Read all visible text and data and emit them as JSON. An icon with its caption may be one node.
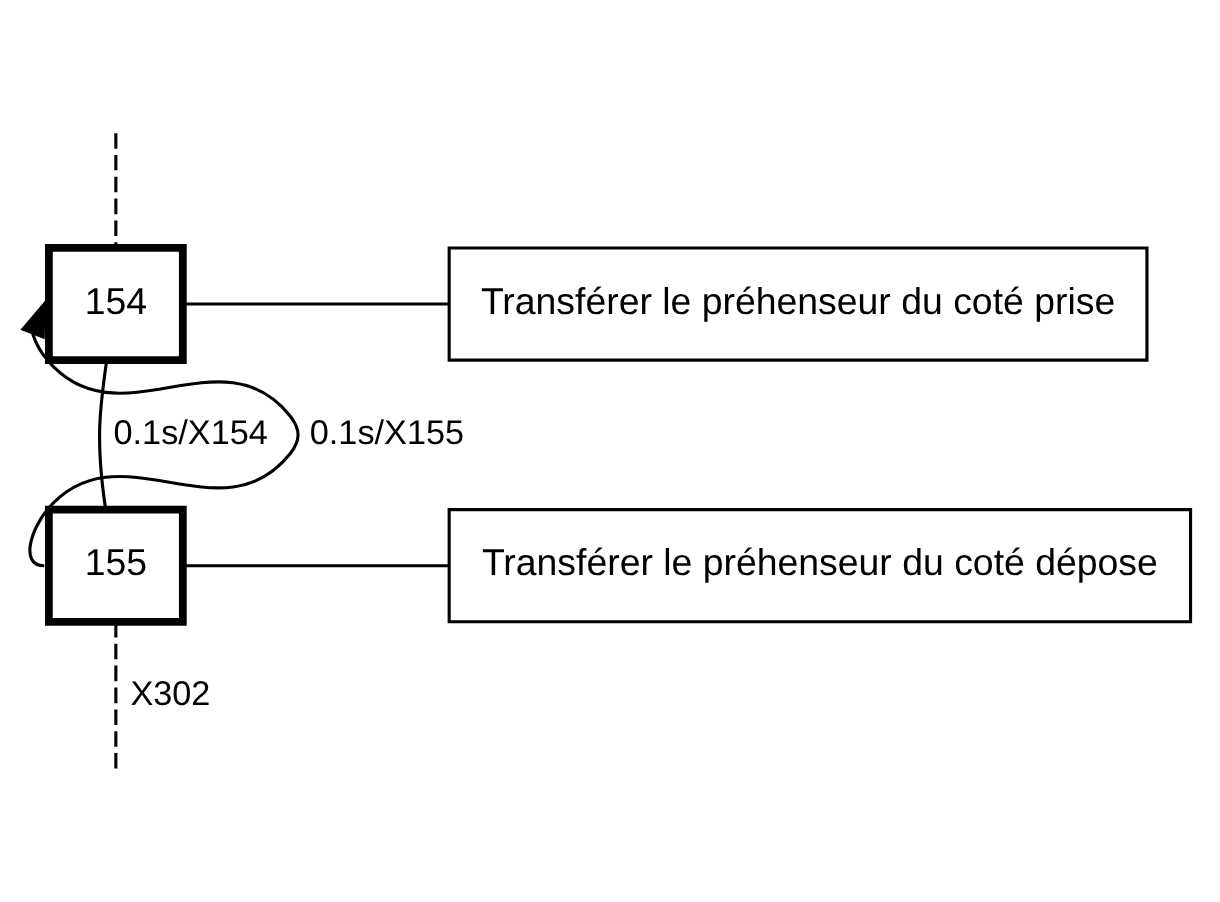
{
  "diagram": {
    "nodes": [
      {
        "text": [
          "154"
        ]
      },
      {
        "text": [
          "Transférer le préhenseur du coté prise"
        ]
      },
      {
        "text": [
          "155"
        ]
      },
      {
        "text": [
          "Transférer le préhenseur du coté dépose"
        ]
      }
    ],
    "edges": [
      {
        "from": null,
        "to": 0,
        "arrow": "none",
        "style": "dashed"
      },
      {
        "from": 0,
        "to": 1,
        "arrow": "none"
      },
      {
        "from": 0,
        "to": 2,
        "arrow": "none",
        "label": "0.1s/X154"
      },
      {
        "from": 2,
        "to": 3,
        "arrow": "none"
      },
      {
        "from": 2,
        "to": null,
        "arrow": "none",
        "label": "X302",
        "style": "dashed"
      },
      {
        "from": 2,
        "to": 0,
        "arrow": "to",
        "label": "0.1s/X155"
      }
    ]
  }
}
